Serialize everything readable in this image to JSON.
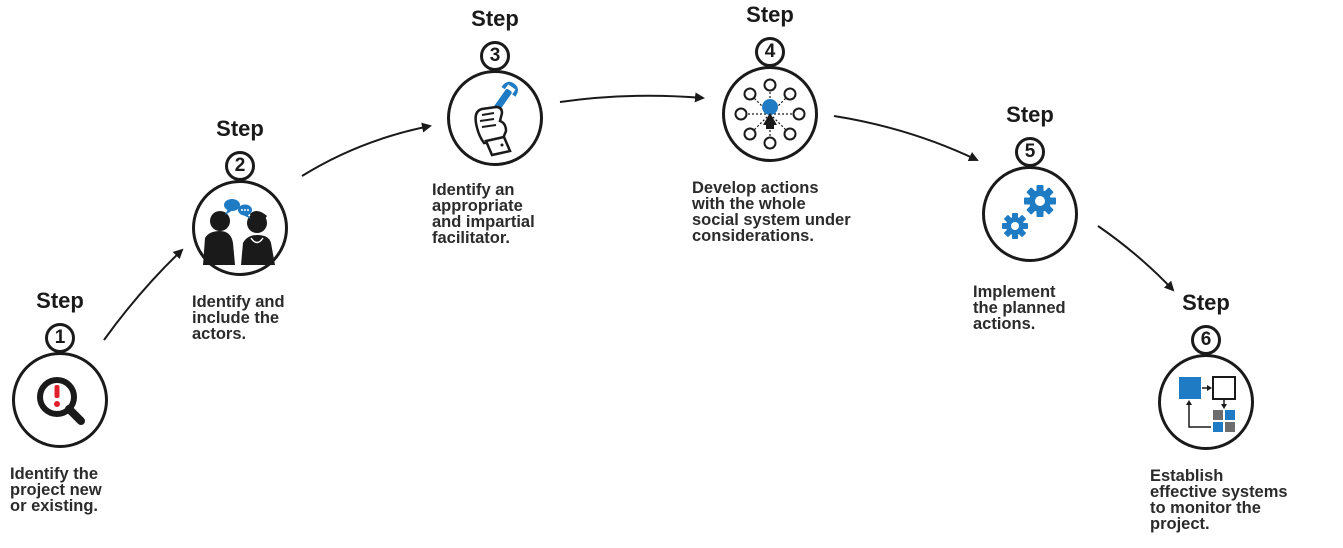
{
  "steps": [
    {
      "label": "Step",
      "number": "1",
      "description": "Identify the\nproject new\nor existing.",
      "icon": "magnifier-alert-icon"
    },
    {
      "label": "Step",
      "number": "2",
      "description": "Identify and\ninclude the\nactors.",
      "icon": "people-talking-icon"
    },
    {
      "label": "Step",
      "number": "3",
      "description": "Identify an\nappropriate\nand impartial\nfacilitator.",
      "icon": "hand-wrench-icon"
    },
    {
      "label": "Step",
      "number": "4",
      "description": "Develop actions\nwith the whole\nsocial system under\nconsiderations.",
      "icon": "network-person-icon"
    },
    {
      "label": "Step",
      "number": "5",
      "description": "Implement\nthe planned\nactions.",
      "icon": "gears-icon"
    },
    {
      "label": "Step",
      "number": "6",
      "description": "Establish\neffective systems\nto monitor the\nproject.",
      "icon": "flow-monitor-icon"
    }
  ],
  "colors": {
    "accent": "#1e7bc4",
    "ink": "#1a1a1a",
    "alert": "#e0202a",
    "gray": "#6d6d6d"
  }
}
